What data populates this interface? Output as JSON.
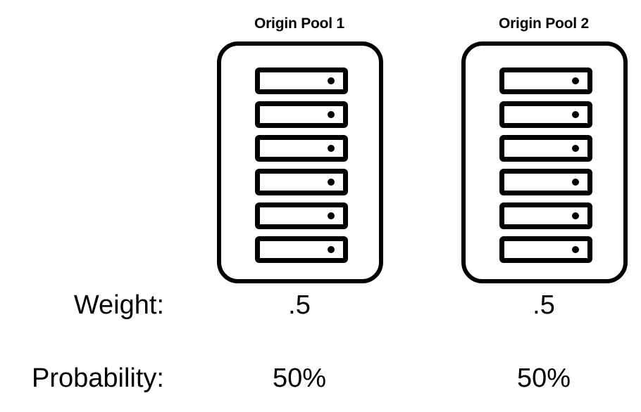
{
  "diagram": {
    "background_color": "#ffffff",
    "stroke_color": "#000000",
    "pools": [
      {
        "title": "Origin Pool 1",
        "server_count": 6,
        "weight": ".5",
        "probability": "50%"
      },
      {
        "title": "Origin Pool 2",
        "server_count": 6,
        "weight": ".5",
        "probability": "50%"
      }
    ],
    "rows": [
      {
        "label": "Weight:",
        "key": "weight"
      },
      {
        "label": "Probability:",
        "key": "probability"
      }
    ]
  }
}
